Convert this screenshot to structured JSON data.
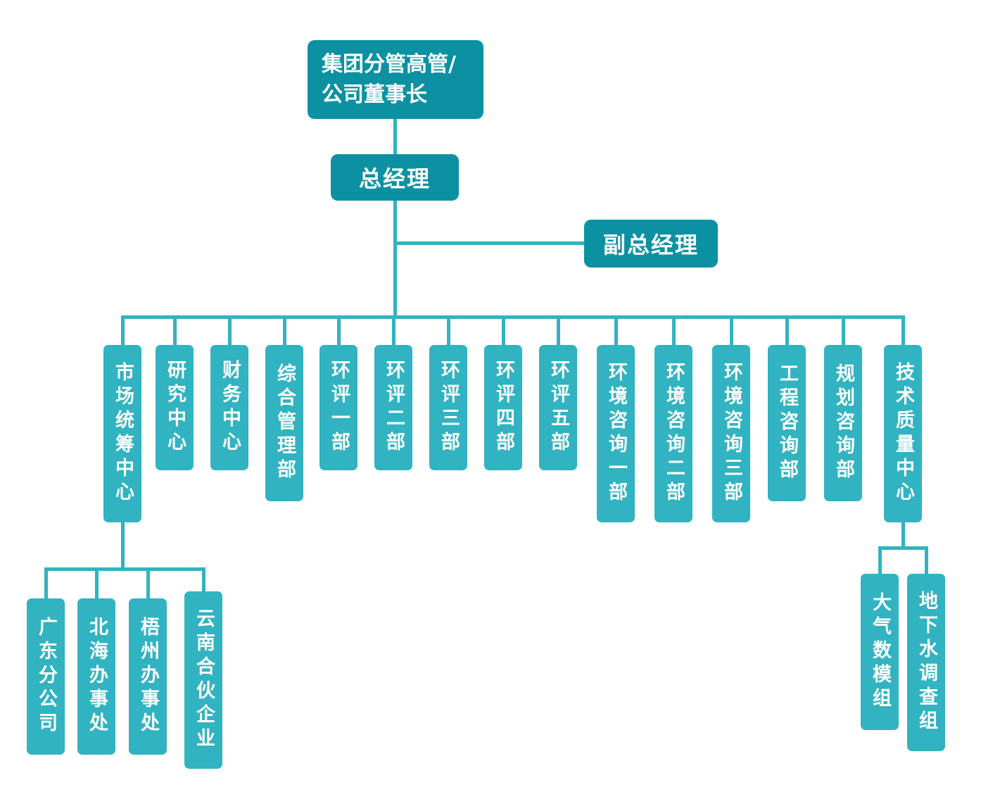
{
  "palette": {
    "dark_teal": "#0c91a3",
    "light_teal": "#31b3c1",
    "background": "#ffffff"
  },
  "root": {
    "line1": "集团分管高管/",
    "line2": "公司董事长"
  },
  "general_manager": {
    "label": "总经理"
  },
  "deputy_general_manager": {
    "label": "副总经理"
  },
  "departments": [
    {
      "label": "市场统筹中心"
    },
    {
      "label": "研究中心"
    },
    {
      "label": "财务中心"
    },
    {
      "label": "综合管理部"
    },
    {
      "label": "环评一部"
    },
    {
      "label": "环评二部"
    },
    {
      "label": "环评三部"
    },
    {
      "label": "环评四部"
    },
    {
      "label": "环评五部"
    },
    {
      "label": "环境咨询一部"
    },
    {
      "label": "环境咨询二部"
    },
    {
      "label": "环境咨询三部"
    },
    {
      "label": "工程咨询部"
    },
    {
      "label": "规划咨询部"
    },
    {
      "label": "技术质量中心"
    }
  ],
  "market_center_children": [
    {
      "label": "广东分公司"
    },
    {
      "label": "北海办事处"
    },
    {
      "label": "梧州办事处"
    },
    {
      "label": "云南合伙企业"
    }
  ],
  "tech_quality_children": [
    {
      "label": "大气数模组"
    },
    {
      "label": "地下水调查组"
    }
  ]
}
